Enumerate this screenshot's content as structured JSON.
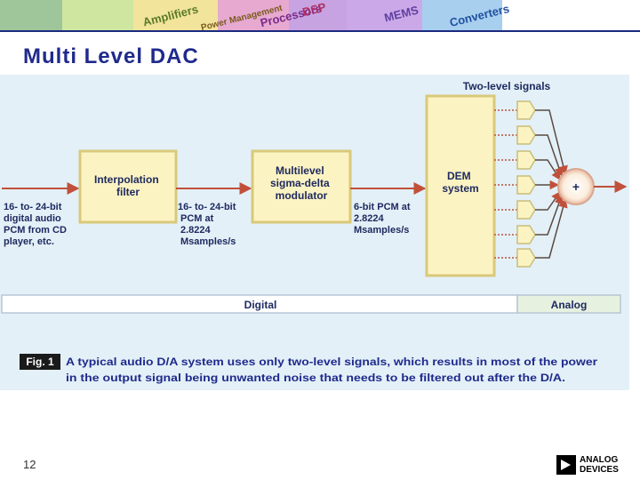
{
  "slide": {
    "title": "Multi Level DAC",
    "page_number": "12"
  },
  "banner": {
    "words": [
      "Amplifiers",
      "Power Management",
      "Processors",
      "DSP",
      "MEMS",
      "Converters"
    ]
  },
  "diagram": {
    "label_two_level": "Two-level signals",
    "input_label": [
      "16- to- 24-bit",
      "digital audio",
      "PCM from CD",
      "player, etc."
    ],
    "block_interp": [
      "Interpolation",
      "filter"
    ],
    "mid_label": [
      "16- to- 24-bit",
      "PCM at",
      "2.8224",
      "Msamples/s"
    ],
    "block_mod": [
      "Multilevel",
      "sigma-delta",
      "modulator"
    ],
    "six_bit_label": [
      "6-bit PCM at",
      "2.8224",
      "Msamples/s"
    ],
    "block_dem": [
      "DEM",
      "system"
    ],
    "summer_symbol": "+",
    "band_digital": "Digital",
    "band_analog": "Analog",
    "caption_tag": "Fig. 1",
    "caption_lines": [
      "A typical audio D/A system uses only two-level signals, which results in most of the power",
      "in the output signal being unwanted noise that needs to be filtered out after the D/A."
    ]
  },
  "logo": {
    "lines": [
      "ANALOG",
      "DEVICES"
    ]
  },
  "colors": {
    "title": "#1f2a8c",
    "figure_bg": "#e3f0f7",
    "block_fill": "#fbf3c2",
    "block_stroke": "#d9c97a",
    "caption_text": "#1f2a8c",
    "analog_band": "#e6f1e0"
  }
}
